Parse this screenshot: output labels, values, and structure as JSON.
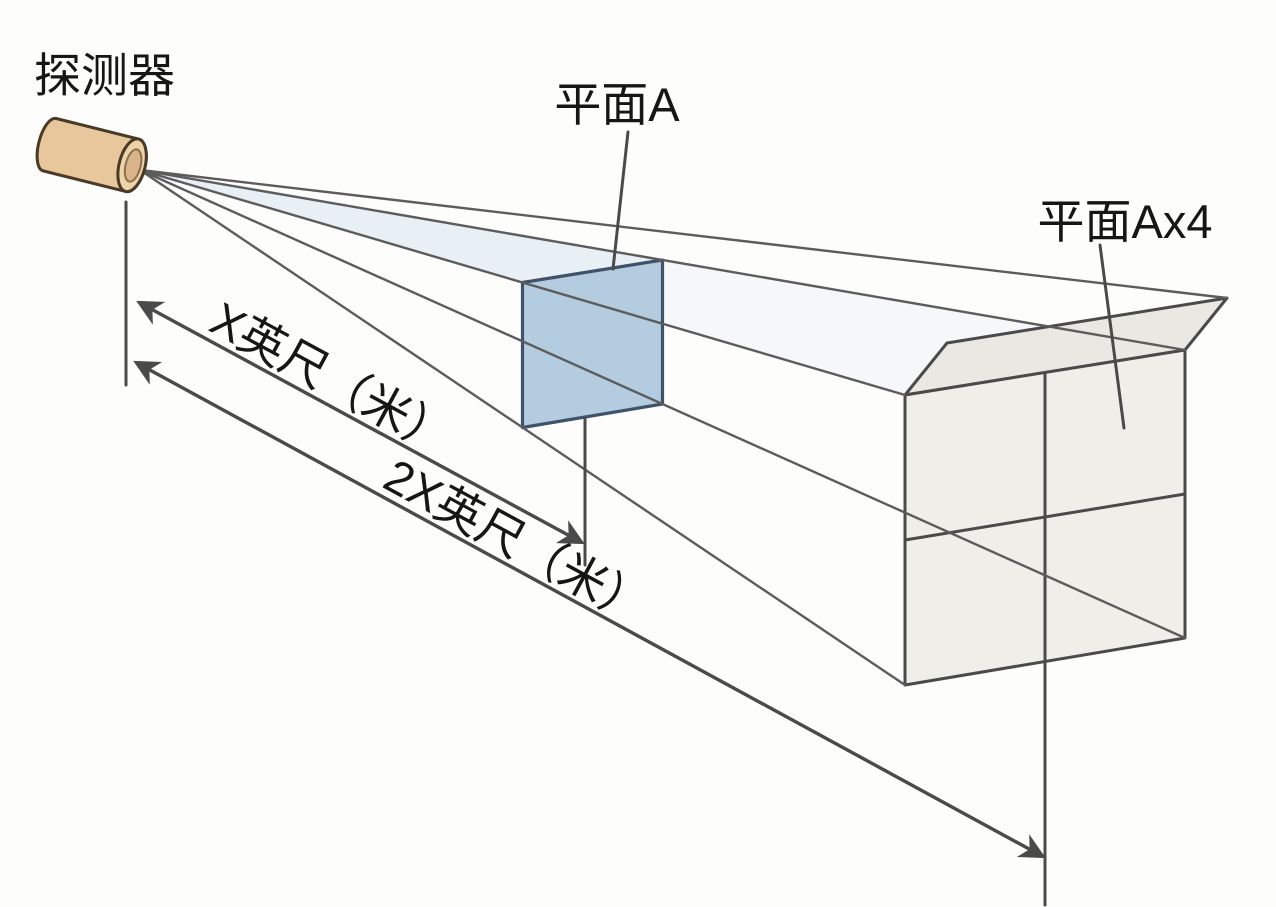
{
  "diagram": {
    "detector_label": "探测器",
    "plane_a_label": "平面A",
    "plane_a_x4_label": "平面Ax4",
    "distance_x_label": "X英尺（米）",
    "distance_2x_label": "2X英尺（米）"
  },
  "colors": {
    "background": "#fdfdfb",
    "line": "#4a4a4a",
    "ray": "#5c5c5c",
    "text": "#161616",
    "beam_tint": "#d8e5f1",
    "beam_tint_far": "#e9eef4",
    "plane_a_fill": "#b4ccdf",
    "plane_a_stroke": "#40526a",
    "plane_a4_front_fill": "#efeee9",
    "plane_a4_top_fill": "#e9e8e2",
    "detector_body_fill": "#e9c79c",
    "detector_cap_fill": "#eed3a9",
    "detector_cap_inner_fill": "#d9b488",
    "detector_outline": "#4a3a28"
  }
}
